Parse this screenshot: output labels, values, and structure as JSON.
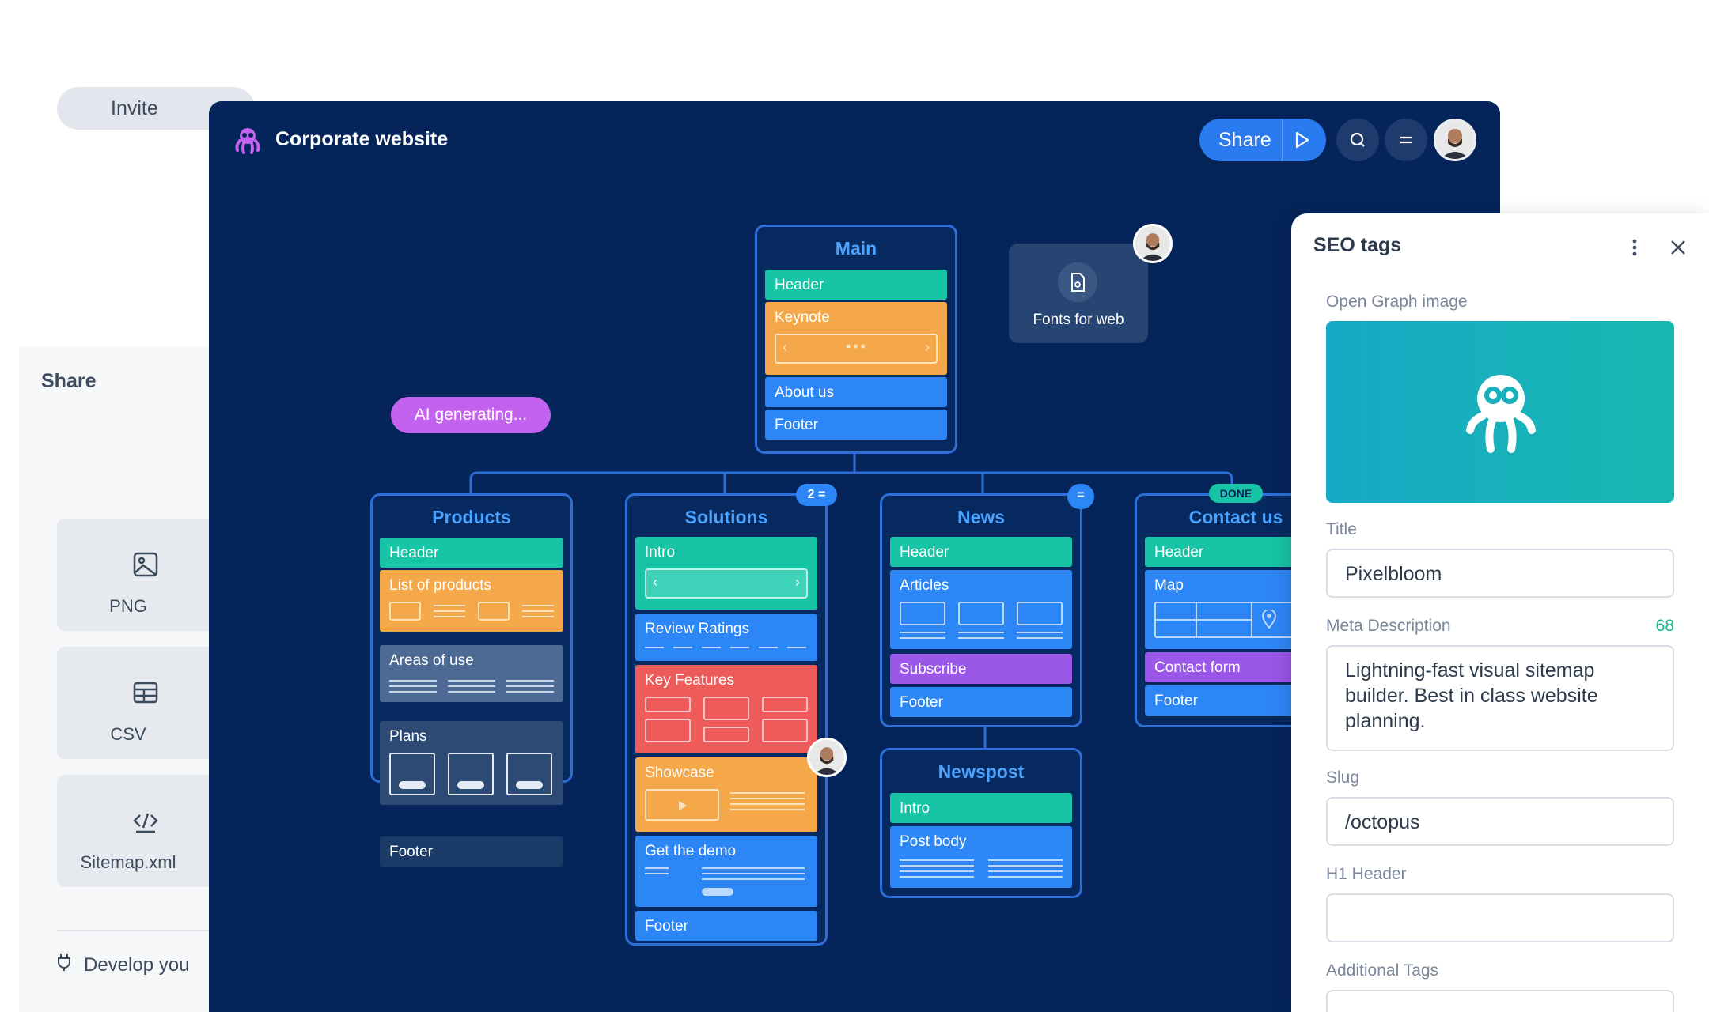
{
  "share_panel": {
    "title": "Share",
    "invite_label": "Invite",
    "exports": [
      {
        "label": "PNG",
        "icon": "image-icon"
      },
      {
        "label": "CSV",
        "icon": "table-icon"
      },
      {
        "label": "Sitemap.xml",
        "icon": "code-icon"
      }
    ],
    "develop_label": "Develop you"
  },
  "app": {
    "title": "Corporate website",
    "share_label": "Share"
  },
  "canvas": {
    "ai_label": "AI generating...",
    "fonts_label": "Fonts for web",
    "main": {
      "title": "Main",
      "blocks": [
        "Header",
        "Keynote",
        "About us",
        "Footer"
      ]
    },
    "products": {
      "title": "Products",
      "blocks": [
        "Header",
        "List of products",
        "Areas of use",
        "Plans",
        "Footer"
      ]
    },
    "solutions": {
      "title": "Solutions",
      "badge": "2",
      "blocks": [
        "Intro",
        "Review Ratings",
        "Key Features",
        "Showcase",
        "Get the demo",
        "Footer"
      ]
    },
    "news": {
      "title": "News",
      "blocks": [
        "Header",
        "Articles",
        "Subscribe",
        "Footer"
      ]
    },
    "contact": {
      "title": "Contact us",
      "badge": "DONE",
      "blocks": [
        "Header",
        "Map",
        "Contact form",
        "Footer"
      ]
    },
    "newspost": {
      "title": "Newspost",
      "blocks": [
        "Intro",
        "Post body"
      ]
    }
  },
  "seo": {
    "title": "SEO tags",
    "og_label": "Open Graph image",
    "title_label": "Title",
    "title_value": "Pixelbloom",
    "meta_label": "Meta Description",
    "meta_count": "68",
    "meta_value": "Lightning-fast visual sitemap builder. Best in class website planning.",
    "slug_label": "Slug",
    "slug_value": "/octopus",
    "h1_label": "H1 Header",
    "h1_value": "",
    "tags_label": "Additional Tags"
  },
  "colors": {
    "canvas_bg": "#05255a",
    "accent_blue": "#2d86f5",
    "teal": "#17c4a6",
    "orange": "#f5a84a",
    "purple": "#9a57e8",
    "red": "#ee5b5b"
  }
}
